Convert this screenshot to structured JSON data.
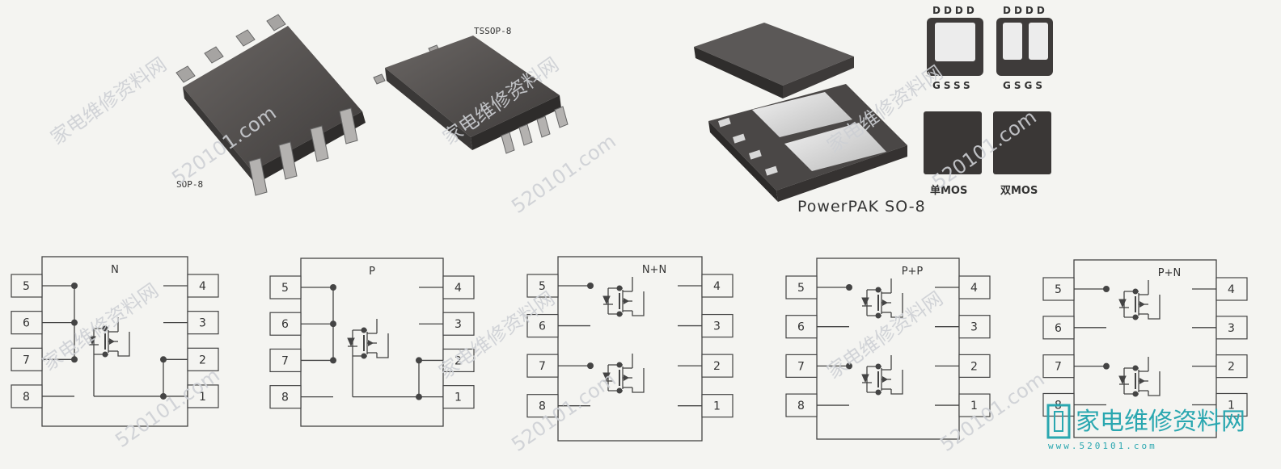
{
  "photos": {
    "sop8_label": "SOP-8",
    "tssop8_label": "TSSOP-8",
    "powerpak_label": "PowerPAK SO-8",
    "single_mos_label": "单MOS",
    "dual_mos_label": "双MOS",
    "single_top_pins": "DDDD",
    "single_bottom_pins": "GSSS",
    "dual_top_pins": "DDDD",
    "dual_bottom_pins": "GSGS"
  },
  "schematics": [
    {
      "title": "N",
      "pins_left": [
        "5",
        "6",
        "7",
        "8"
      ],
      "pins_right": [
        "4",
        "3",
        "2",
        "1"
      ]
    },
    {
      "title": "P",
      "pins_left": [
        "5",
        "6",
        "7",
        "8"
      ],
      "pins_right": [
        "4",
        "3",
        "2",
        "1"
      ]
    },
    {
      "title": "N+N",
      "pins_left": [
        "5",
        "6",
        "7",
        "8"
      ],
      "pins_right": [
        "4",
        "3",
        "2",
        "1"
      ]
    },
    {
      "title": "P+P",
      "pins_left": [
        "5",
        "6",
        "7",
        "8"
      ],
      "pins_right": [
        "4",
        "3",
        "2",
        "1"
      ]
    },
    {
      "title": "P+N",
      "pins_left": [
        "5",
        "6",
        "7",
        "8"
      ],
      "pins_right": [
        "4",
        "3",
        "2",
        "1"
      ]
    }
  ],
  "watermark": {
    "text_cn": "家电维修资料网",
    "text_url": "520101.com",
    "logo_text": "家电维修资料网",
    "logo_url": "www.520101.com"
  }
}
